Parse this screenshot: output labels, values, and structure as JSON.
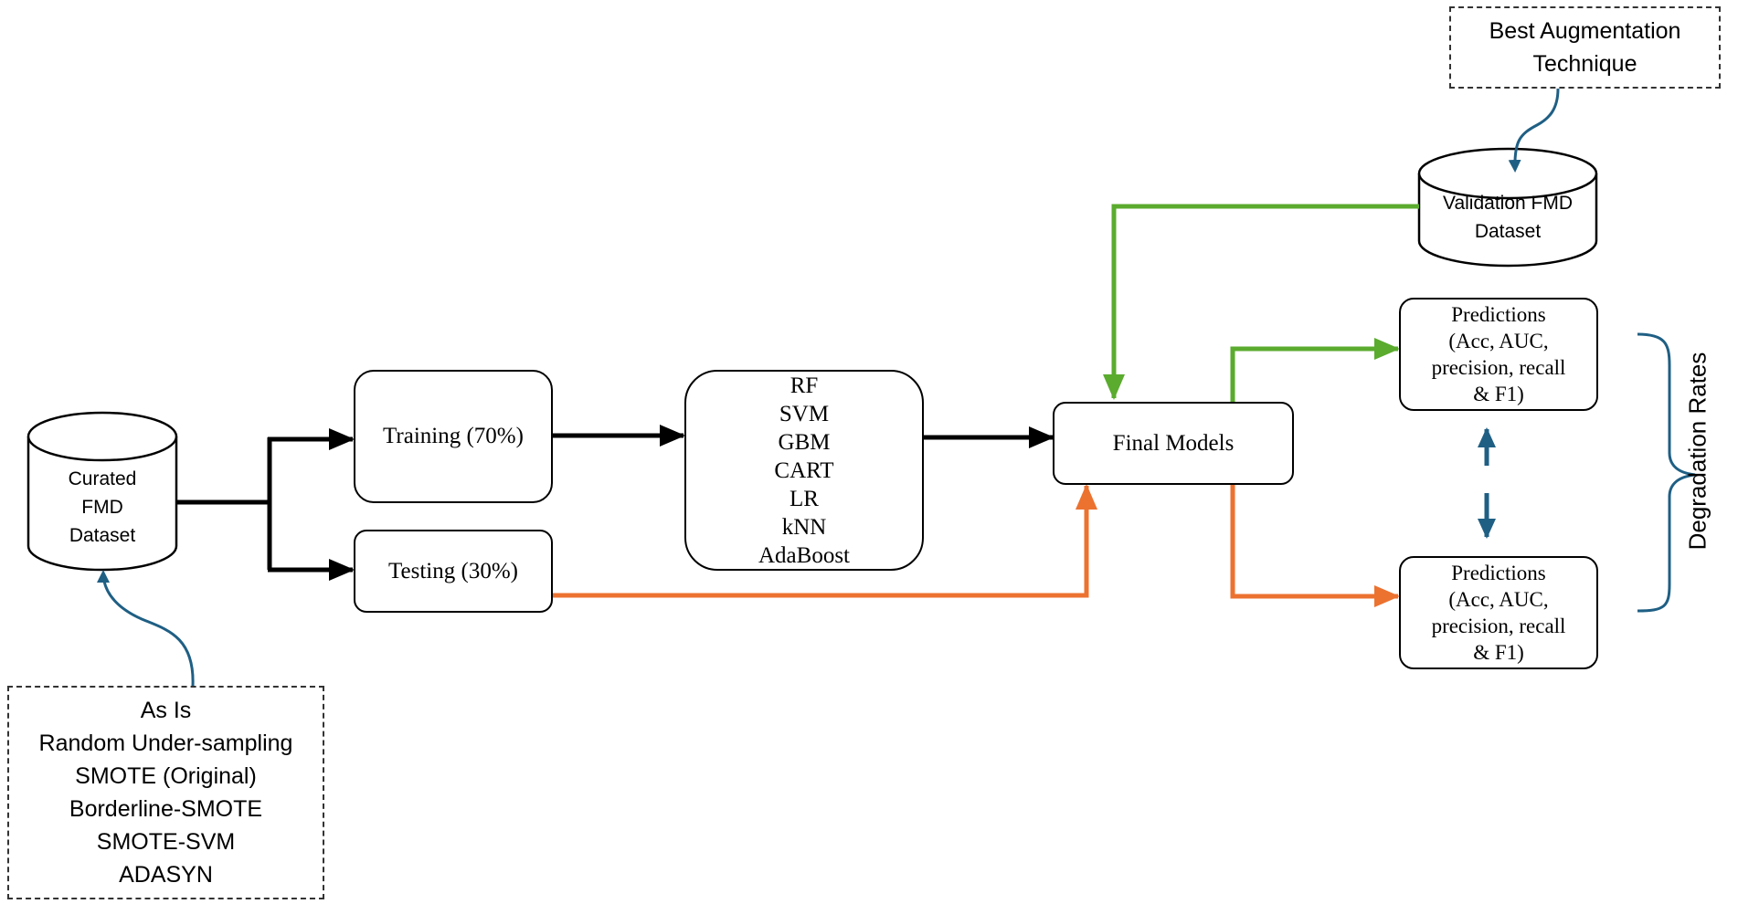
{
  "data_source": {
    "lines": [
      "Curated",
      "FMD",
      "Dataset"
    ]
  },
  "augmentation": {
    "lines": [
      "As Is",
      "Random Under-sampling",
      "SMOTE (Original)",
      "Borderline-SMOTE",
      "SMOTE-SVM",
      "ADASYN"
    ]
  },
  "split": {
    "training": "Training (70%)",
    "testing": "Testing (30%)"
  },
  "models": {
    "lines": [
      "RF",
      "SVM",
      "GBM",
      "CART",
      "LR",
      "kNN",
      "AdaBoost"
    ]
  },
  "final_models": "Final Models",
  "best_augmentation": {
    "lines": [
      "Best Augmentation",
      "Technique"
    ]
  },
  "validation_dataset": {
    "lines": [
      "Validation FMD",
      "Dataset"
    ]
  },
  "predictions_validation": {
    "lines": [
      "Predictions",
      "(Acc, AUC,",
      "precision, recall",
      "& F1)"
    ]
  },
  "predictions_testing": {
    "lines": [
      "Predictions",
      "(Acc, AUC,",
      "precision, recall",
      "& F1)"
    ]
  },
  "degradation_label": "Degradation Rates",
  "colors": {
    "black_flow": "#000000",
    "validation_flow": "#5aab2e",
    "testing_flow": "#ec7230",
    "annotation": "#1f5f84"
  }
}
